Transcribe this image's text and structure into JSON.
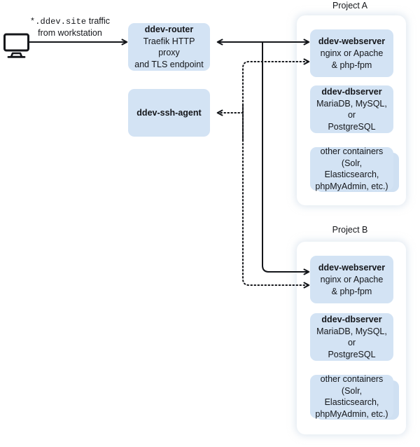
{
  "diagram": {
    "workstation": {
      "icon": "desktop-monitor-icon",
      "label_mono": "*.ddev.site",
      "label_rest": " traffic",
      "label_line2": "from workstation"
    },
    "router": {
      "title": "ddev-router",
      "line1": "Traefik HTTP proxy",
      "line2": "and TLS endpoint"
    },
    "ssh_agent": {
      "title": "ddev-ssh-agent"
    },
    "projects": [
      {
        "title": "Project A",
        "webserver": {
          "title": "ddev-webserver",
          "line1": "nginx or Apache",
          "line2": "& php-fpm"
        },
        "dbserver": {
          "title": "ddev-dbserver",
          "line1": "MariaDB, MySQL, or",
          "line2": "PostgreSQL"
        },
        "other": {
          "line1": "other containers",
          "line2": "(Solr, Elasticsearch,",
          "line3": "phpMyAdmin, etc.)"
        }
      },
      {
        "title": "Project B",
        "webserver": {
          "title": "ddev-webserver",
          "line1": "nginx or Apache",
          "line2": "& php-fpm"
        },
        "dbserver": {
          "title": "ddev-dbserver",
          "line1": "MariaDB, MySQL, or",
          "line2": "PostgreSQL"
        },
        "other": {
          "line1": "other containers",
          "line2": "(Solr, Elasticsearch,",
          "line3": "phpMyAdmin, etc.)"
        }
      }
    ],
    "colors": {
      "card_fill": "#d3e3f4",
      "card_stack_fill": "#cfe0f2",
      "project_fill": "#ffffff",
      "line": "#14161a",
      "text": "#14161a",
      "page_bg": "#ffffff"
    },
    "connectors": [
      {
        "name": "workstation-to-router",
        "style": "solid",
        "heads": "both"
      },
      {
        "name": "router-to-project-a-webserver",
        "style": "solid",
        "heads": "both"
      },
      {
        "name": "router-to-project-b-webserver",
        "style": "solid",
        "heads": "end"
      },
      {
        "name": "ssh-agent-to-project-a-webserver",
        "style": "dotted",
        "heads": "both"
      },
      {
        "name": "ssh-agent-to-project-b-webserver",
        "style": "dotted",
        "heads": "end"
      }
    ]
  }
}
